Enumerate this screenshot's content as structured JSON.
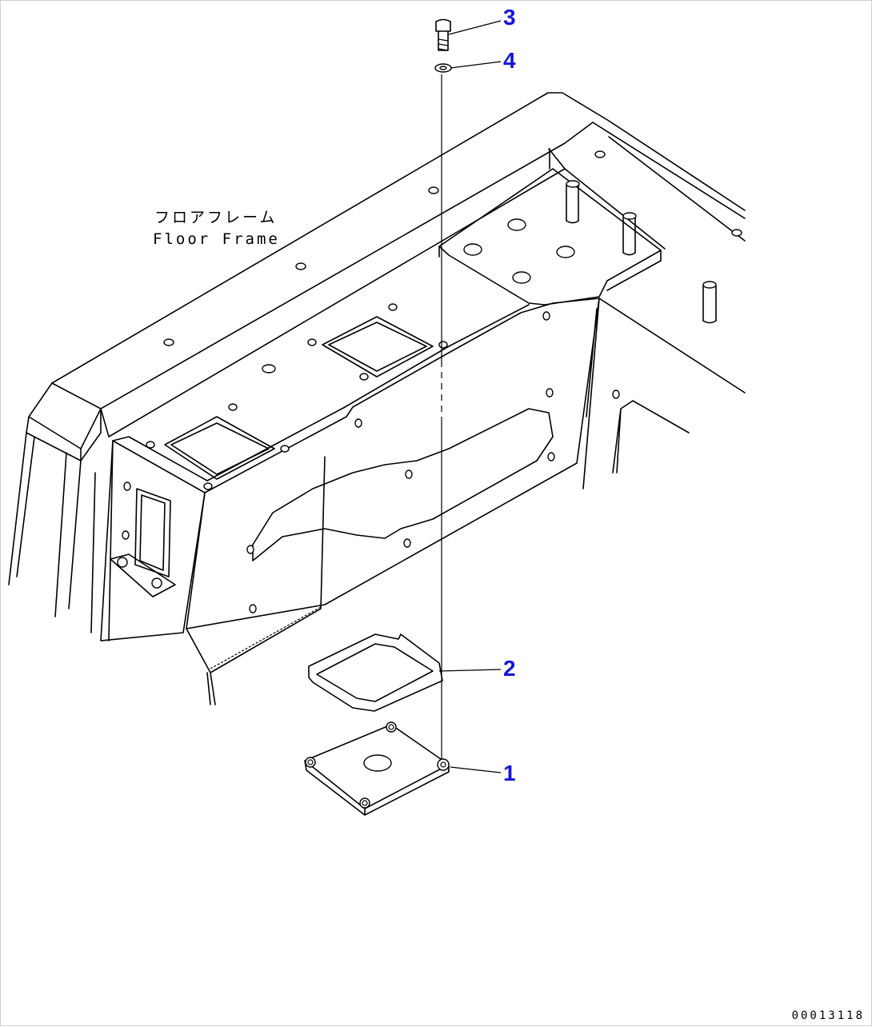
{
  "labels": {
    "part_name_jp": "フロアフレーム",
    "part_name_en": "Floor Frame"
  },
  "callouts": [
    {
      "number": "1"
    },
    {
      "number": "2"
    },
    {
      "number": "3"
    },
    {
      "number": "4"
    }
  ],
  "drawing_number": "00013118",
  "colors": {
    "callout": "#1515d6",
    "line": "#000000",
    "background": "#ffffff"
  }
}
